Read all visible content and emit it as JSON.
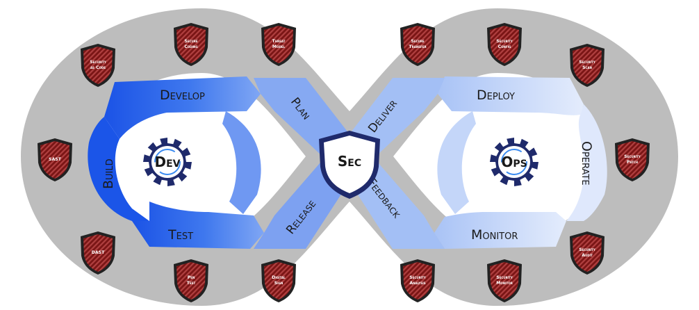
{
  "center": {
    "label": "Sec"
  },
  "dev": {
    "label": "Dev"
  },
  "ops": {
    "label": "Ops"
  },
  "phases": {
    "develop": "Develop",
    "build": "Build",
    "test": "Test",
    "plan": "Plan",
    "release": "Release",
    "deliver": "Deliver",
    "feedback": "Feedback",
    "deploy": "Deploy",
    "operate": "Operate",
    "monitor": "Monitor"
  },
  "badges": [
    {
      "line1": "Security",
      "line2": "as Code"
    },
    {
      "line1": "Secure",
      "line2": "Coding"
    },
    {
      "line1": "Threat",
      "line2": "Model"
    },
    {
      "line1": "Secure",
      "line2": "Transfer"
    },
    {
      "line1": "Security",
      "line2": "Config"
    },
    {
      "line1": "Security",
      "line2": "Scan"
    },
    {
      "line1": "SAST",
      "line2": ""
    },
    {
      "line1": "Security",
      "line2": "Patch"
    },
    {
      "line1": "DAST",
      "line2": ""
    },
    {
      "line1": "Security",
      "line2": "Audit"
    },
    {
      "line1": "Pen",
      "line2": "Test"
    },
    {
      "line1": "Digital",
      "line2": "Sign"
    },
    {
      "line1": "Security",
      "line2": "Analysis"
    },
    {
      "line1": "Security",
      "line2": "Monitor"
    }
  ],
  "colors": {
    "track": "#bfbfbf",
    "dev_dark": "#1a55e0",
    "dev_mid": "#4f86f0",
    "ops_light": "#d6e3fb",
    "badge": "#8b1a1a",
    "navy": "#1f2a6b"
  }
}
